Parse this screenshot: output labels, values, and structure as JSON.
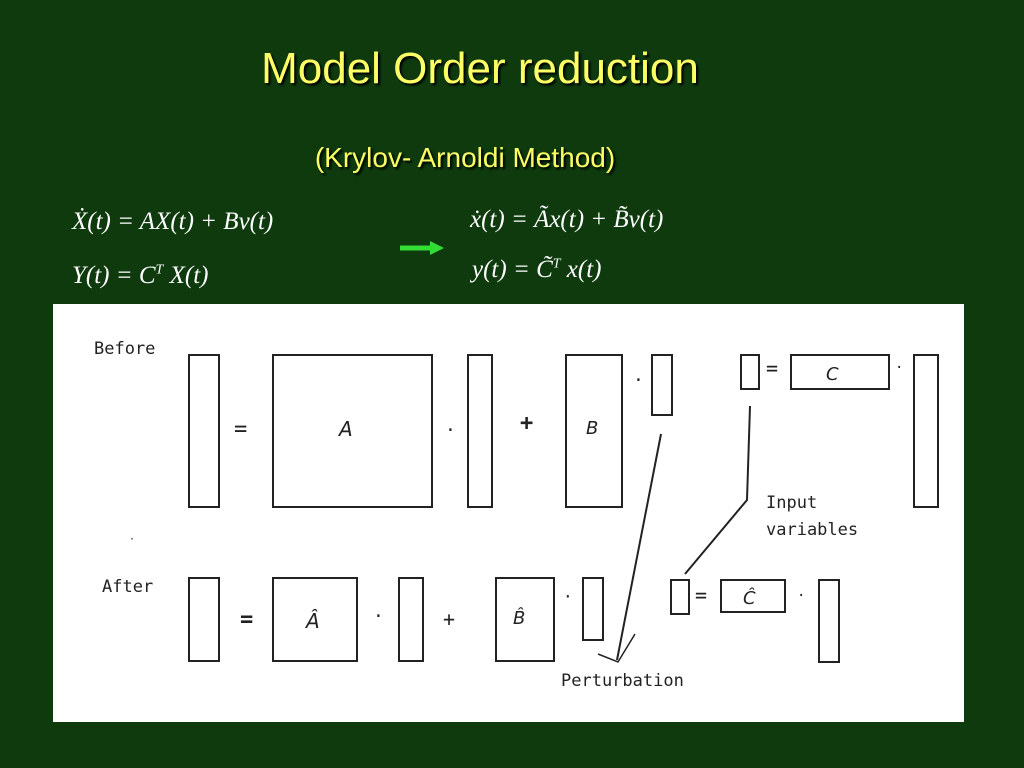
{
  "slide": {
    "title": "Model Order reduction",
    "subtitle": "(Krylov- Arnoldi Method)"
  },
  "equations": {
    "full_state": "Ẋ(t) = AX(t) + Bv(t)",
    "full_output": "Y(t) = C",
    "full_output_sup": "T",
    "full_output_tail": " X(t)",
    "reduced_state": "ẋ(t) = Ãx(t) + B̃v(t)",
    "reduced_output": "y(t) = C̃",
    "reduced_output_sup": "T",
    "reduced_output_tail": " x(t)"
  },
  "diagram": {
    "before_label": "Before",
    "after_label": "After",
    "equals": "=",
    "plus": "+",
    "dot": "·",
    "matrix_A": "A",
    "matrix_B": "B",
    "matrix_C": "C",
    "matrix_A_hat": "Â",
    "matrix_B_hat": "B̂",
    "matrix_C_hat": "Ĉ",
    "input_variables_line1": "Input",
    "input_variables_line2": "variables",
    "perturbation": "Perturbation"
  },
  "colors": {
    "background": "#0e3a0e",
    "title": "#ffff66",
    "arrow": "#33dd33"
  }
}
